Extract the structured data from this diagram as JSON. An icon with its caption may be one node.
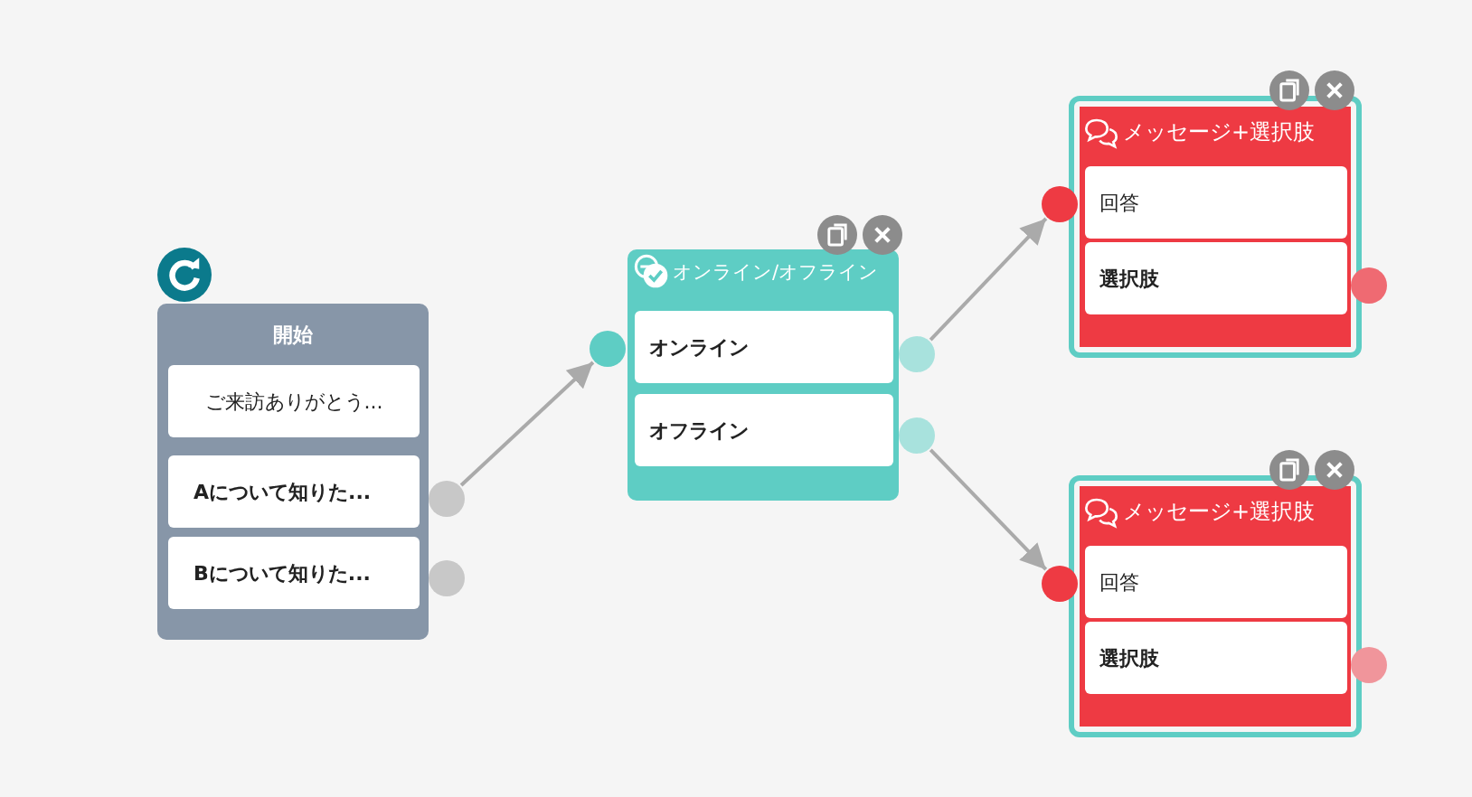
{
  "diagram": {
    "nodes": [
      {
        "text": [
          "開始"
        ]
      },
      {
        "text": [
          "ご来訪ありがとう..."
        ],
        "in": 0
      },
      {
        "text": [
          "Aについて知りた..."
        ],
        "in": 0
      },
      {
        "text": [
          "Bについて知りた..."
        ],
        "in": 0
      },
      {
        "text": [],
        "shape": "circle"
      },
      {
        "text": [],
        "shape": "circle"
      },
      {
        "text": [
          "オンライン/オフライン"
        ]
      },
      {
        "text": [],
        "shape": "circle"
      },
      {
        "text": [
          "オンライン"
        ],
        "in": 6
      },
      {
        "text": [
          "オフライン"
        ],
        "in": 6
      },
      {
        "text": [],
        "shape": "circle"
      },
      {
        "text": [],
        "shape": "circle"
      },
      {
        "text": [
          "メッセージ+選択肢"
        ]
      },
      {
        "text": [],
        "shape": "circle"
      },
      {
        "text": [
          "回答"
        ],
        "in": 12
      },
      {
        "text": [
          "選択肢"
        ],
        "in": 12
      },
      {
        "text": [],
        "shape": "circle"
      },
      {
        "text": [
          "メッセージ+選択肢"
        ]
      },
      {
        "text": [],
        "shape": "circle"
      },
      {
        "text": [
          "回答"
        ],
        "in": 17
      },
      {
        "text": [
          "選択肢"
        ],
        "in": 17
      },
      {
        "text": [],
        "shape": "circle"
      }
    ],
    "edges": [
      {
        "from": 4,
        "to": 7,
        "arrow": "to"
      },
      {
        "from": 10,
        "to": 13,
        "arrow": "to"
      },
      {
        "from": 11,
        "to": 18,
        "arrow": "to"
      }
    ]
  }
}
